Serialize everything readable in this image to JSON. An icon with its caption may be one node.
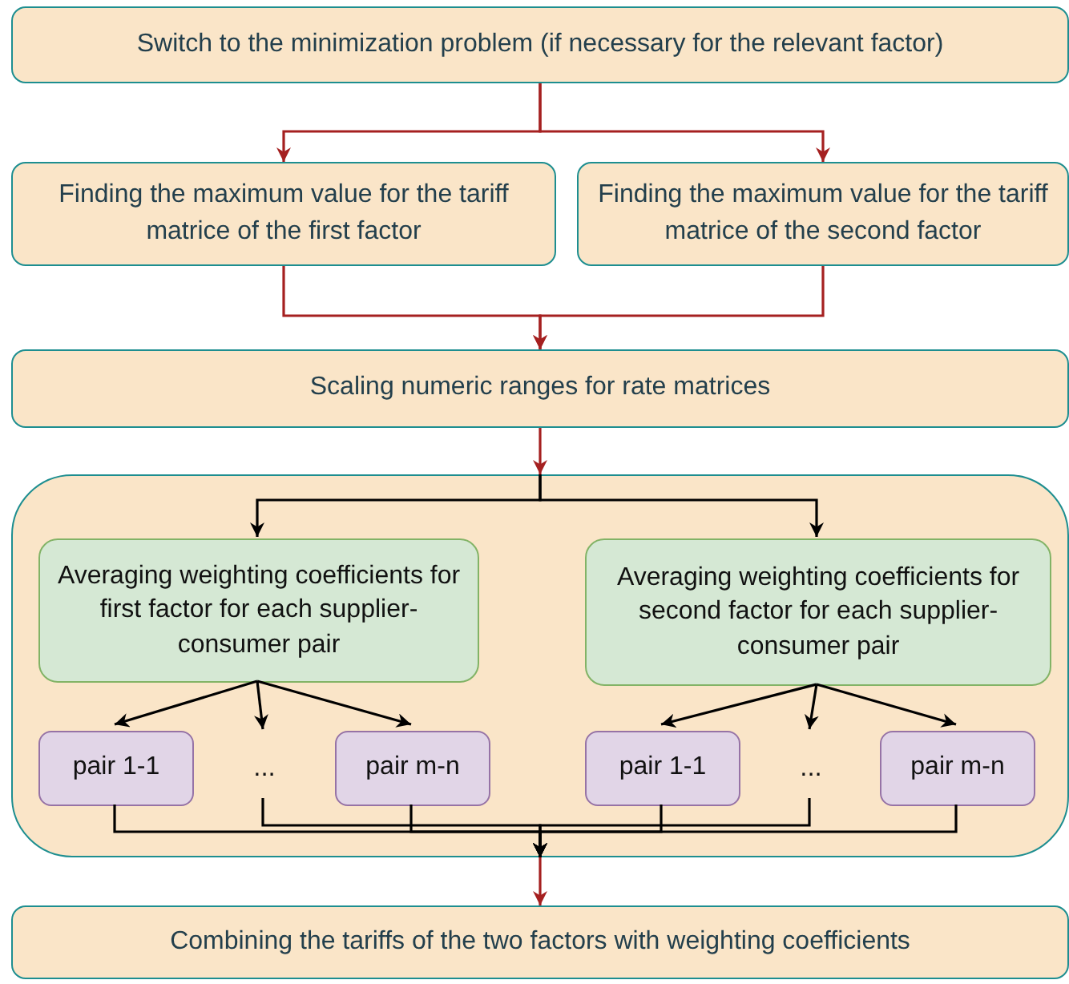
{
  "diagram": {
    "nodes": [
      {
        "text": [
          "Switch to the minimization problem (if necessary for the relevant factor)"
        ]
      },
      {
        "text": [
          "Finding the maximum value for the tariff matrice of the first factor"
        ]
      },
      {
        "text": [
          "Finding the maximum value for the tariff matrice of the second factor"
        ]
      },
      {
        "text": [
          "Scaling numeric ranges for rate matrices"
        ]
      },
      {
        "text": [],
        "shape": "box"
      },
      {
        "text": [
          "Averaging weighting coefficients for first factor for each supplier-consumer pair"
        ],
        "in": 4
      },
      {
        "text": [
          "Averaging weighting coefficients for second factor for each supplier-consumer pair"
        ],
        "in": 4
      },
      {
        "text": [
          "pair 1-1"
        ],
        "in": 4
      },
      {
        "text": [
          "..."
        ],
        "in": 4
      },
      {
        "text": [
          "pair m-n"
        ],
        "in": 4
      },
      {
        "text": [
          "pair 1-1"
        ],
        "in": 4
      },
      {
        "text": [
          "..."
        ],
        "in": 4
      },
      {
        "text": [
          "pair m-n"
        ],
        "in": 4
      },
      {
        "text": [
          "Combining the tariffs of the two factors with weighting coefficients"
        ]
      }
    ],
    "edges": [
      {
        "from": 0,
        "to": 1,
        "arrow": "to",
        "color": "#a52020"
      },
      {
        "from": 0,
        "to": 2,
        "arrow": "to",
        "color": "#a52020"
      },
      {
        "from": 1,
        "to": 3,
        "arrow": "to",
        "color": "#a52020"
      },
      {
        "from": 2,
        "to": 3,
        "arrow": "to",
        "color": "#a52020"
      },
      {
        "from": 3,
        "to": 4,
        "arrow": "to",
        "color": "#a52020"
      },
      {
        "from": 4,
        "to": 5,
        "arrow": "to"
      },
      {
        "from": 4,
        "to": 6,
        "arrow": "to"
      },
      {
        "from": 5,
        "to": 7,
        "arrow": "to"
      },
      {
        "from": 5,
        "to": 8,
        "arrow": "to"
      },
      {
        "from": 5,
        "to": 9,
        "arrow": "to"
      },
      {
        "from": 6,
        "to": 10,
        "arrow": "to"
      },
      {
        "from": 6,
        "to": 11,
        "arrow": "to"
      },
      {
        "from": 6,
        "to": 12,
        "arrow": "to"
      },
      {
        "from": 7,
        "to": 4,
        "arrow": "to"
      },
      {
        "from": 8,
        "to": 4,
        "arrow": "to"
      },
      {
        "from": 9,
        "to": 4,
        "arrow": "to"
      },
      {
        "from": 10,
        "to": 4,
        "arrow": "to"
      },
      {
        "from": 11,
        "to": 4,
        "arrow": "to"
      },
      {
        "from": 12,
        "to": 4,
        "arrow": "to"
      },
      {
        "from": 4,
        "to": 13,
        "arrow": "to",
        "color": "#a52020"
      }
    ]
  }
}
